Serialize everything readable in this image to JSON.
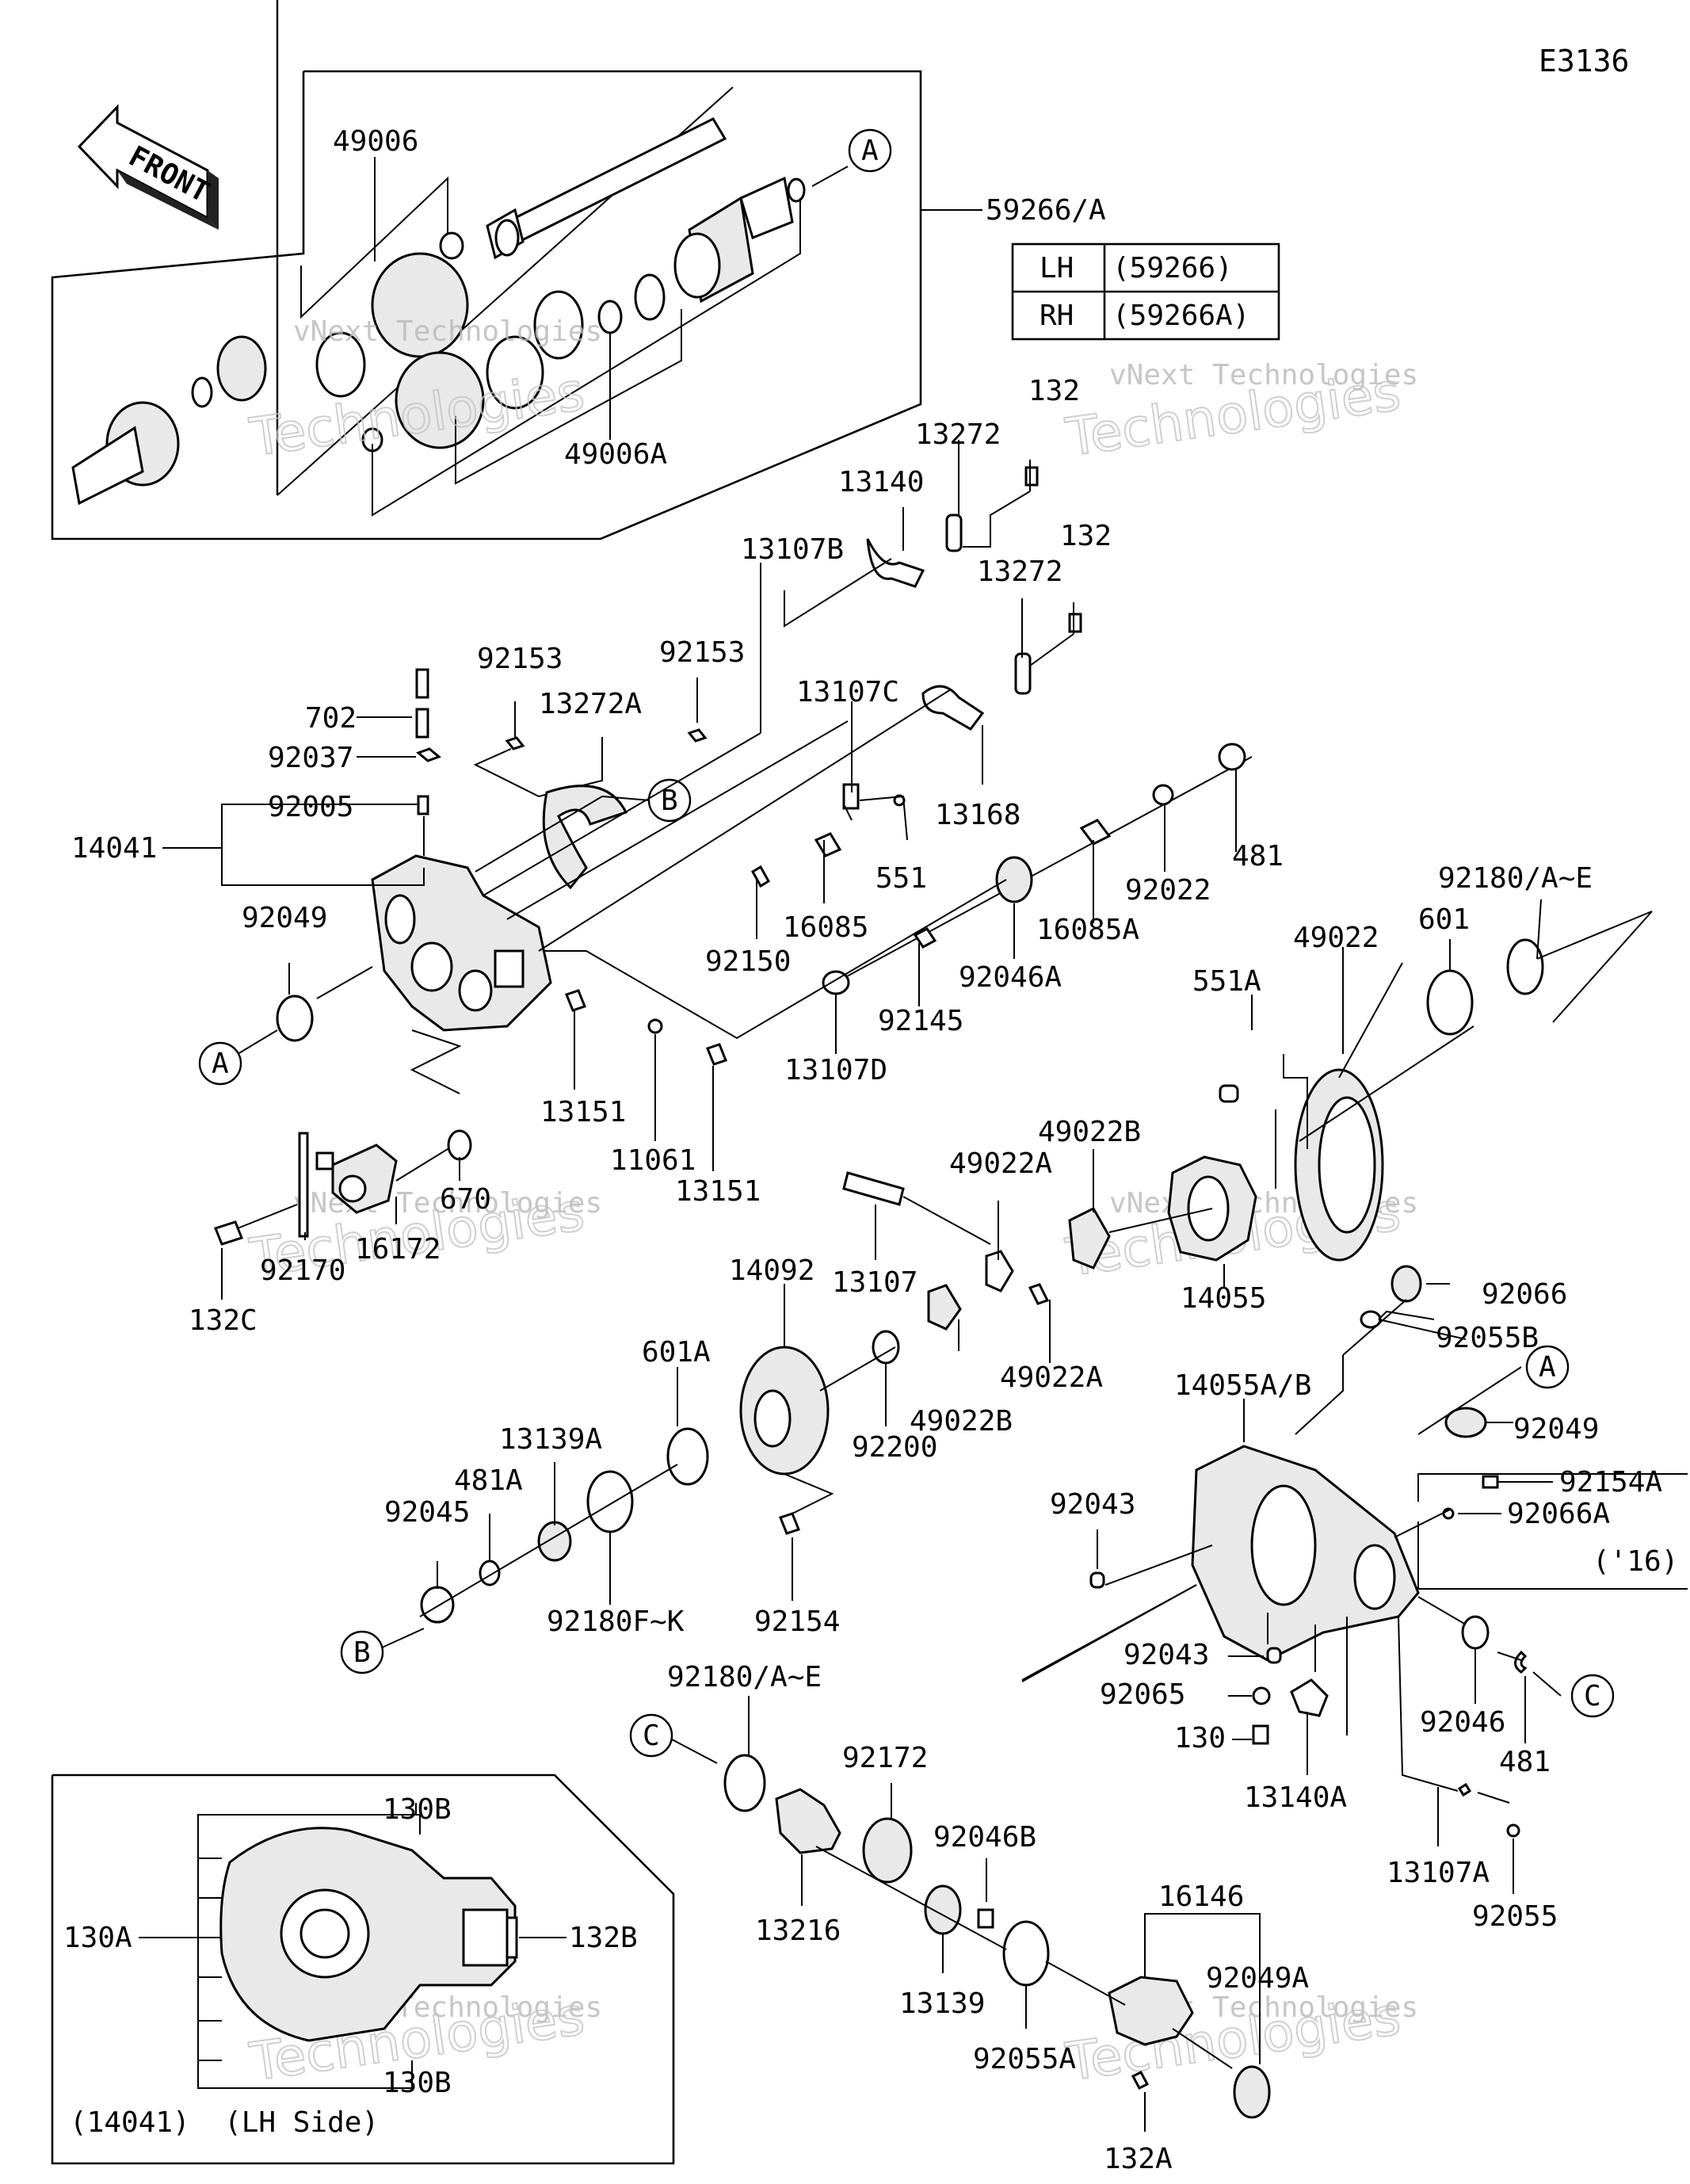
{
  "diagram_code": "E3136",
  "front_arrow": "FRONT",
  "assembly_ref": "59266/A",
  "lhrh_table": [
    {
      "side": "LH",
      "part": "(59266)"
    },
    {
      "side": "RH",
      "part": "(59266A)"
    }
  ],
  "watermark": {
    "line1": "vNext Technologies",
    "line2": "Technologies"
  },
  "circles": {
    "a": "A",
    "b": "B",
    "c": "C"
  },
  "year_note": "('16)",
  "inset_caption": "(14041)  (LH Side)",
  "parts": {
    "p49006": "49006",
    "p49006a": "49006A",
    "p132_1": "132",
    "p132_2": "132",
    "p13272_1": "13272",
    "p13272_2": "13272",
    "p13140": "13140",
    "p13107b": "13107B",
    "p92153_1": "92153",
    "p92153_2": "92153",
    "p13272a": "13272A",
    "p702": "702",
    "p92037": "92037",
    "p92005": "92005",
    "p14041": "14041",
    "p92049_1": "92049",
    "p13107c": "13107C",
    "p13168": "13168",
    "p551": "551",
    "p16085": "16085",
    "p92150": "92150",
    "p16085a": "16085A",
    "p92022": "92022",
    "p481_1": "481",
    "p92046a": "92046A",
    "p92145": "92145",
    "p13107d": "13107D",
    "p92180ae_1": "92180/A~E",
    "p601": "601",
    "p49022": "49022",
    "p551a": "551A",
    "p13151_1": "13151",
    "p11061": "11061",
    "p13151_2": "13151",
    "p670": "670",
    "p16172": "16172",
    "p92170": "92170",
    "p132c": "132C",
    "p49022b_1": "49022B",
    "p49022a_1": "49022A",
    "p14055": "14055",
    "p14092": "14092",
    "p13107": "13107",
    "p49022a_2": "49022A",
    "p49022b_2": "49022B",
    "p92066": "92066",
    "p92055b": "92055B",
    "p14055ab": "14055A/B",
    "p92049_2": "92049",
    "p601a": "601A",
    "p13139a": "13139A",
    "p481a": "481A",
    "p92045": "92045",
    "p92200": "92200",
    "p92154": "92154",
    "p92180fk": "92180F~K",
    "p92154a": "92154A",
    "p92066a": "92066A",
    "p92043_1": "92043",
    "p92043_2": "92043",
    "p92065": "92065",
    "p130": "130",
    "p13140a": "13140A",
    "p92046": "92046",
    "p481_2": "481",
    "p92180ae_2": "92180/A~E",
    "p92172": "92172",
    "p13216": "13216",
    "p92046b": "92046B",
    "p13139": "13139",
    "p92055a": "92055A",
    "p16146": "16146",
    "p92049a": "92049A",
    "p132a": "132A",
    "p13107a": "13107A",
    "p92055": "92055",
    "p130b_1": "130B",
    "p130a": "130A",
    "p132b": "132B",
    "p130b_2": "130B"
  }
}
